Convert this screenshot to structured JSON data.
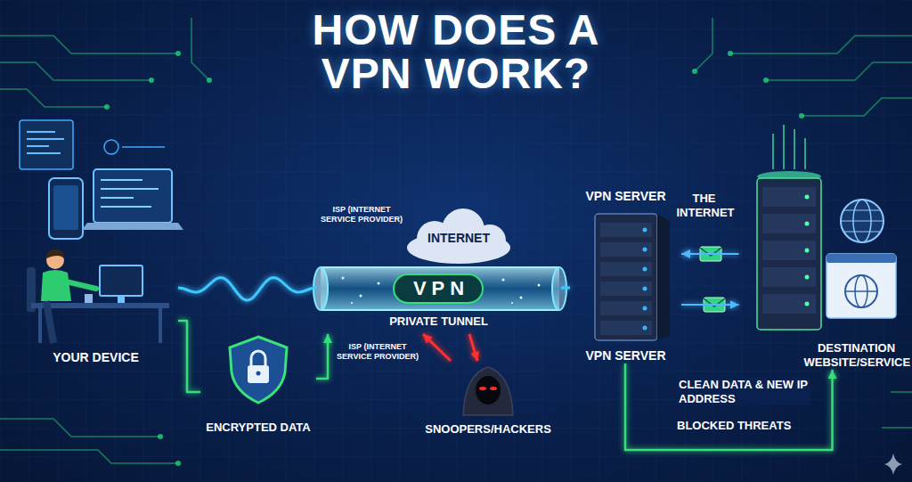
{
  "diagram": {
    "title": "HOW DOES A VPN WORK?",
    "nodes": [
      {
        "text": [
          "YOUR DEVICE"
        ]
      },
      {
        "text": [
          "ENCRYPTED DATA"
        ]
      },
      {
        "text": [
          "INTERNET"
        ]
      },
      {
        "text": [
          "VPN",
          "PRIVATE TUNNEL"
        ]
      },
      {
        "text": [
          "SNOOPERS/HACKERS"
        ]
      },
      {
        "text": [
          "VPN SERVER",
          "VPN SERVER"
        ]
      },
      {
        "text": [
          "THE INTERNET",
          "DESTINATION WEBSITE/SERVICE"
        ]
      }
    ],
    "edges": [
      {
        "from": 0,
        "to": 1,
        "arrow": "none"
      },
      {
        "from": 1,
        "to": 3,
        "arrow": "to"
      },
      {
        "from": 0,
        "to": 3,
        "arrow": "none"
      },
      {
        "from": 4,
        "to": 3,
        "arrow": "to"
      },
      {
        "from": 3,
        "to": 4,
        "arrow": "to"
      },
      {
        "from": 3,
        "to": 5,
        "arrow": "none"
      },
      {
        "from": 6,
        "to": 5,
        "arrow": "to"
      },
      {
        "from": 5,
        "to": 6,
        "arrow": "to"
      },
      {
        "from": 5,
        "to": 6,
        "label": "CLEAN DATA & NEW IP ADDRESS",
        "arrow": "to"
      }
    ],
    "labels": [
      "ISP (INTERNET SERVICE PROVIDER)",
      "ISP (INTERNET SERVICE PROVIDER)",
      "BLOCKED THREATS"
    ]
  }
}
